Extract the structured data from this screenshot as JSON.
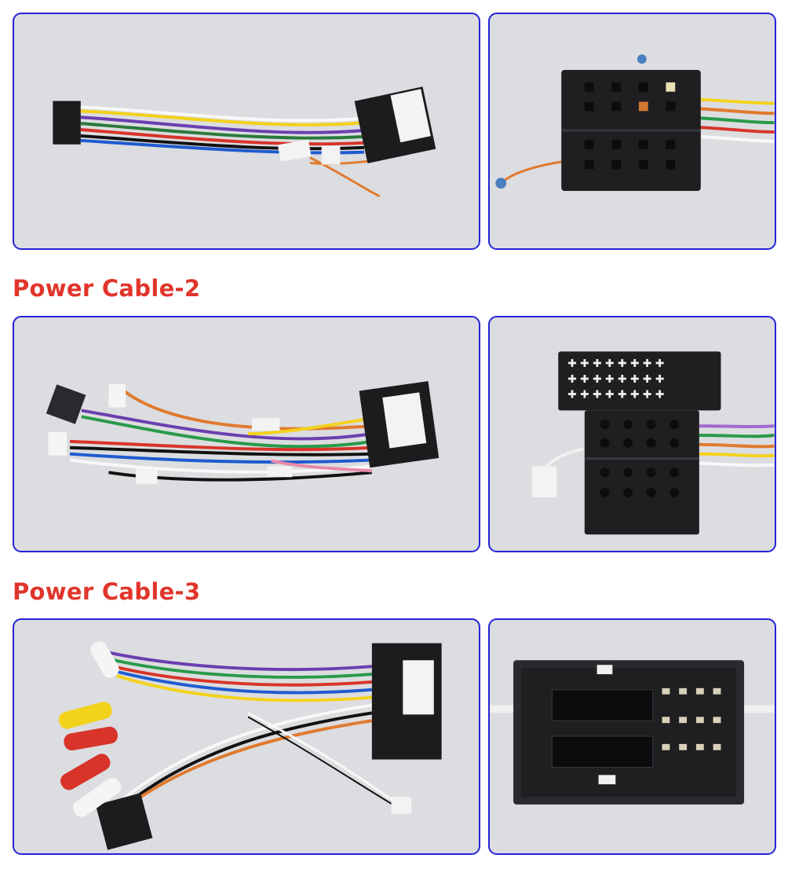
{
  "sections": [
    {
      "heading": null,
      "photos": [
        "harness-1-overview",
        "harness-1-connector"
      ]
    },
    {
      "heading": "Power Cable-2",
      "photos": [
        "harness-2-overview",
        "harness-2-connector"
      ]
    },
    {
      "heading": "Power Cable-3",
      "photos": [
        "harness-3-overview",
        "harness-3-connector"
      ]
    }
  ],
  "colors": {
    "heading": "#e0352b",
    "frame": "#2424d8",
    "photo_bg": "#dcdde0"
  }
}
